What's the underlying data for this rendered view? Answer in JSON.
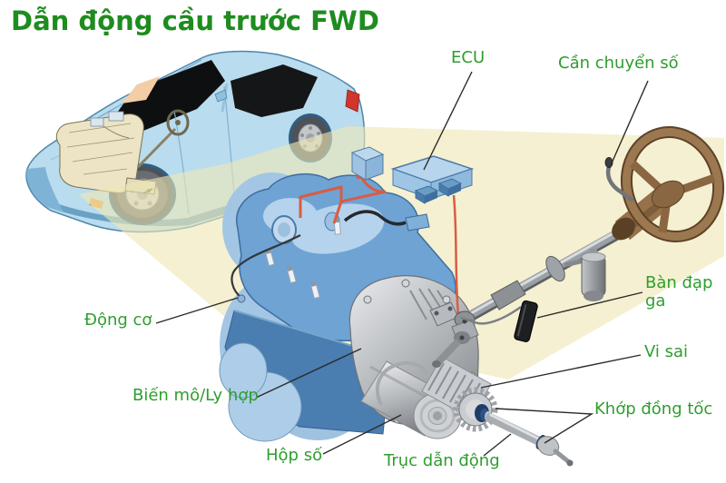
{
  "title": "Dẫn động cầu trước FWD",
  "labels": {
    "ecu": "ECU",
    "gear_lever": "Cần chuyển số",
    "engine": "Động cơ",
    "gas_pedal": "Bàn đạp ga",
    "differential": "Vi sai",
    "torque_converter": "Biến mô/Ly hợp",
    "cv_joint": "Khớp đồng tốc",
    "gearbox": "Hộp số",
    "drive_shaft": "Trục dẫn động"
  },
  "colors": {
    "title_green": "#1e8c1e",
    "label_green": "#2e9e2e",
    "beam_yellow": "#efe7b4",
    "car_blue": "#b9dcee",
    "engine_blue": "#6ea3d4",
    "steel_gray": "#b4b8bc",
    "wheel_brown": "#96714a",
    "wire_red": "#d95c42",
    "cv_navy": "#1f3b66",
    "leader_dark": "#2b2b2b"
  }
}
